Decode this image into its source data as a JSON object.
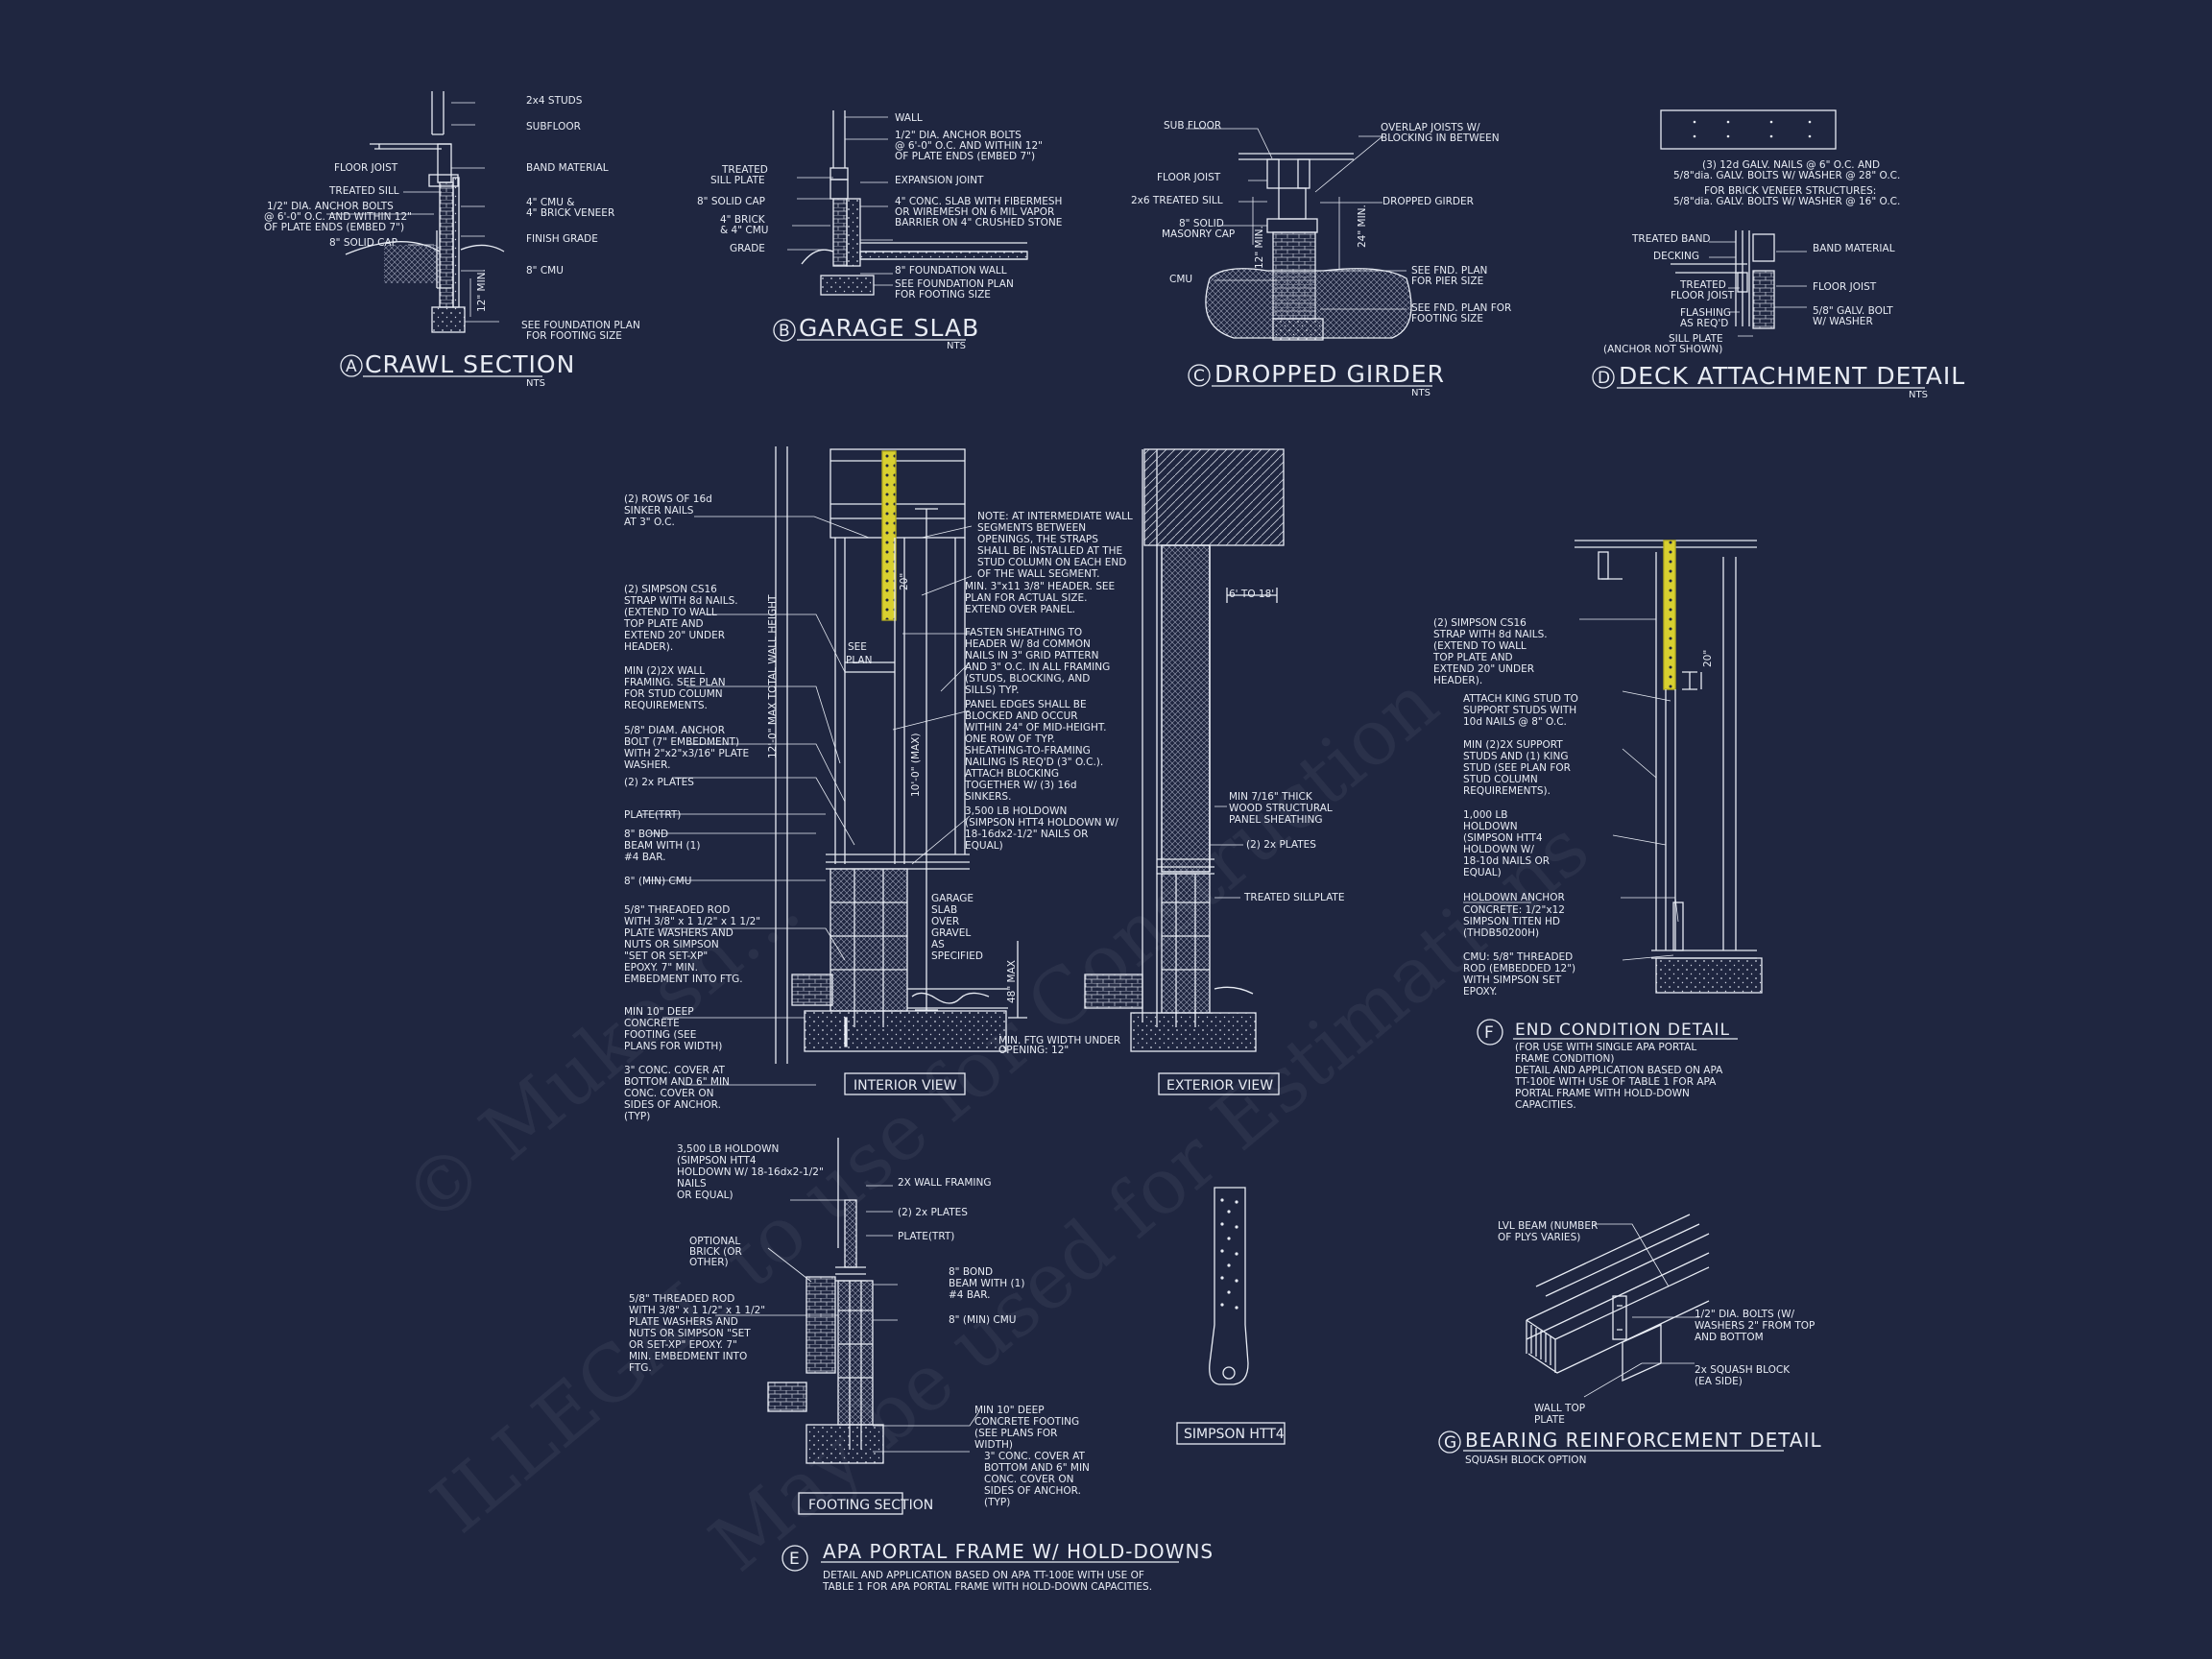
{
  "watermark": {
    "line1": "© Mukesh…",
    "line2": "ILLEGAL to use for Construction",
    "line3": "May be used for Estimations"
  },
  "crawl": {
    "letter": "A",
    "title": "CRAWL SECTION",
    "nts": "NTS",
    "notes": [
      "2x4 STUDS",
      "SUBFLOOR",
      "FLOOR JOIST",
      "BAND MATERIAL",
      "TREATED SILL",
      "1/2\" DIA. ANCHOR BOLTS",
      "@ 6'-0\" O.C. AND WITHIN 12\"",
      "OF PLATE ENDS (EMBED 7\")",
      "4\" CMU &",
      "4\" BRICK VENEER",
      "FINISH GRADE",
      "8\" SOLID CAP",
      "8\" CMU",
      "12\" MIN.",
      "SEE FOUNDATION PLAN",
      "FOR FOOTING SIZE"
    ]
  },
  "garage": {
    "letter": "B",
    "title": "GARAGE SLAB",
    "nts": "NTS",
    "notes": [
      "WALL",
      "1/2\" DIA. ANCHOR BOLTS",
      "@ 6'-0\" O.C. AND WITHIN 12\"",
      "OF PLATE ENDS (EMBED 7\")",
      "TREATED",
      "SILL PLATE",
      "EXPANSION JOINT",
      "8\" SOLID CAP",
      "4\" CONC. SLAB WITH FIBERMESH",
      "OR WIREMESH ON 6 MIL VAPOR",
      "BARRIER ON 4\" CRUSHED STONE",
      "4\" BRICK",
      "& 4\" CMU",
      "GRADE",
      "8\" FOUNDATION WALL",
      "SEE FOUNDATION PLAN",
      "FOR FOOTING SIZE"
    ]
  },
  "girder": {
    "letter": "C",
    "title": "DROPPED GIRDER",
    "nts": "NTS",
    "notes": [
      "SUB FLOOR",
      "OVERLAP JOISTS W/",
      "BLOCKING IN BETWEEN",
      "FLOOR JOIST",
      "2x6 TREATED SILL",
      "DROPPED GIRDER",
      "8\" SOLID",
      "MASONRY CAP",
      "CMU",
      "SEE FND. PLAN",
      "FOR PIER SIZE",
      "SEE FND. PLAN FOR",
      "FOOTING SIZE",
      "12\" MIN.",
      "24\" MIN."
    ]
  },
  "deck": {
    "letter": "D",
    "title": "DECK ATTACHMENT DETAIL",
    "nts": "NTS",
    "notes": [
      "(3) 12d GALV. NAILS @ 6\" O.C. AND",
      "5/8\"dia. GALV. BOLTS W/ WASHER @ 28\" O.C.",
      "FOR BRICK VENEER STRUCTURES:",
      "5/8\"dia. GALV. BOLTS W/ WASHER @ 16\" O.C.",
      "TREATED BAND",
      "DECKING",
      "BAND MATERIAL",
      "TREATED",
      "FLOOR JOIST",
      "FLOOR JOIST",
      "FLASHING",
      "AS REQ'D",
      "5/8\" GALV. BOLT",
      "W/ WASHER",
      "SILL PLATE",
      "(ANCHOR NOT SHOWN)"
    ]
  },
  "portal": {
    "left_notes": [
      "(2) ROWS OF 16d",
      "SINKER NAILS",
      "AT 3\" O.C.",
      "(2) SIMPSON CS16",
      "STRAP WITH 8d NAILS.",
      "(EXTEND TO WALL",
      "TOP PLATE AND",
      "EXTEND 20\" UNDER",
      "HEADER).",
      "MIN (2)2X WALL",
      "FRAMING. SEE PLAN",
      "FOR STUD COLUMN",
      "REQUIREMENTS.",
      "5/8\" DIAM. ANCHOR",
      "BOLT (7\" EMBEDMENT)",
      "WITH 2\"x2\"x3/16\" PLATE",
      "WASHER.",
      "(2) 2x PLATES",
      "PLATE(TRT)",
      "8\" BOND",
      "BEAM WITH (1)",
      "#4 BAR.",
      "8\" (MIN) CMU",
      "5/8\" THREADED ROD",
      "WITH 3/8\" x 1 1/2\" x 1 1/2\"",
      "PLATE WASHERS AND",
      "NUTS OR SIMPSON",
      "\"SET OR SET-XP\"",
      "EPOXY. 7\" MIN.",
      "EMBEDMENT INTO FTG.",
      "MIN 10\" DEEP",
      "CONCRETE",
      "FOOTING (SEE",
      "PLANS FOR WIDTH)",
      "3\" CONC. COVER AT",
      "BOTTOM AND 6\" MIN",
      "CONC. COVER ON",
      "SIDES OF ANCHOR.",
      "(TYP)"
    ],
    "mid_notes": [
      "NOTE: AT INTERMEDIATE WALL",
      "SEGMENTS BETWEEN",
      "OPENINGS, THE STRAPS",
      "SHALL BE INSTALLED AT THE",
      "STUD COLUMN ON EACH END",
      "OF THE WALL SEGMENT.",
      "MIN. 3\"x11 3/8\" HEADER. SEE",
      "PLAN FOR ACTUAL SIZE.",
      "EXTEND OVER PANEL.",
      "FASTEN SHEATHING TO",
      "HEADER W/ 8d COMMON",
      "NAILS IN 3\" GRID PATTERN",
      "AND 3\" O.C. IN ALL FRAMING",
      "(STUDS, BLOCKING, AND",
      "SILLS) TYP.",
      "PANEL EDGES SHALL BE",
      "BLOCKED AND OCCUR",
      "WITHIN 24\" OF MID-HEIGHT.",
      "ONE ROW OF TYP.",
      "SHEATHING-TO-FRAMING",
      "NAILING IS REQ'D (3\" O.C.).",
      "ATTACH BLOCKING",
      "TOGETHER W/ (3) 16d",
      "SINKERS.",
      "3,500 LB HOLDOWN",
      "(SIMPSON HTT4 HOLDOWN W/",
      "18-16dx2-1/2\" NAILS OR",
      "EQUAL)"
    ],
    "see_plan": [
      "SEE",
      "PLAN"
    ],
    "dims": {
      "total": "12'-0\" MAX TOTAL WALL HEIGHT",
      "max10": "10'-0\" (MAX)",
      "d20": "20\"",
      "d48": "48\" MAX",
      "d6to18": "6' TO 18'"
    },
    "garage_notes": [
      "GARAGE",
      "SLAB",
      "OVER",
      "GRAVEL",
      "AS",
      "SPECIFIED"
    ],
    "ftg_note": [
      "MIN. FTG WIDTH UNDER",
      "OPENING: 12\""
    ],
    "ext_notes": [
      "MIN 7/16\" THICK",
      "WOOD STRUCTURAL",
      "PANEL SHEATHING",
      "(2) 2x PLATES",
      "TREATED SILLPLATE"
    ],
    "interior_label": "INTERIOR VIEW",
    "exterior_label": "EXTERIOR VIEW"
  },
  "footing": {
    "left_notes": [
      "3,500 LB HOLDOWN",
      "(SIMPSON HTT4",
      "HOLDOWN W/ 18-16dx2-1/2\"",
      "NAILS",
      "OR EQUAL)",
      "OPTIONAL",
      "BRICK (OR",
      "OTHER)",
      "5/8\" THREADED ROD",
      "WITH 3/8\" x 1 1/2\" x 1 1/2\"",
      "PLATE WASHERS AND",
      "NUTS OR SIMPSON \"SET",
      "OR SET-XP\" EPOXY. 7\"",
      "MIN. EMBEDMENT INTO",
      "FTG."
    ],
    "right_notes": [
      "2X WALL FRAMING",
      "(2) 2x PLATES",
      "PLATE(TRT)",
      "8\" BOND",
      "BEAM WITH (1)",
      "#4 BAR.",
      "8\" (MIN) CMU",
      "MIN 10\" DEEP",
      "CONCRETE FOOTING",
      "(SEE PLANS FOR",
      "WIDTH)",
      "3\" CONC. COVER AT",
      "BOTTOM AND 6\" MIN",
      "CONC. COVER ON",
      "SIDES OF ANCHOR.",
      "(TYP)"
    ],
    "label": "FOOTING SECTION"
  },
  "portal_title": {
    "letter": "E",
    "title": "APA PORTAL FRAME W/ HOLD-DOWNS",
    "desc1": "DETAIL AND APPLICATION BASED ON APA TT-100E WITH USE OF",
    "desc2": "TABLE 1 FOR APA PORTAL FRAME WITH HOLD-DOWN CAPACITIES."
  },
  "htt4": {
    "label": "SIMPSON HTT4"
  },
  "endcond": {
    "notes": [
      "(2) SIMPSON CS16",
      "STRAP WITH 8d NAILS.",
      "(EXTEND TO WALL",
      "TOP PLATE AND",
      "EXTEND 20\" UNDER",
      "HEADER).",
      "ATTACH KING STUD TO",
      "SUPPORT STUDS WITH",
      "10d NAILS @ 8\" O.C.",
      "MIN (2)2X SUPPORT",
      "STUDS AND (1) KING",
      "STUD (SEE PLAN FOR",
      "STUD COLUMN",
      "REQUIREMENTS).",
      "1,000 LB",
      "HOLDOWN",
      "(SIMPSON HTT4",
      "HOLDOWN W/",
      "18-10d NAILS OR",
      "EQUAL)",
      "HOLDOWN ANCHOR",
      "CONCRETE: 1/2\"x12",
      "SIMPSON TITEN HD",
      "(THDB50200H)",
      "CMU: 5/8\" THREADED",
      "ROD (EMBEDDED 12\")",
      "WITH SIMPSON SET",
      "EPOXY."
    ],
    "d20": "20\"",
    "letter": "F",
    "title": "END CONDITION DETAIL",
    "desc": [
      "(FOR USE WITH SINGLE APA PORTAL",
      "FRAME CONDITION)",
      "DETAIL AND APPLICATION BASED ON APA",
      "TT-100E WITH USE OF TABLE 1 FOR APA",
      "PORTAL FRAME WITH HOLD-DOWN",
      "CAPACITIES."
    ]
  },
  "bearing": {
    "notes": [
      "LVL BEAM (NUMBER",
      "OF PLYS VARIES)",
      "1/2\" DIA. BOLTS (W/",
      "WASHERS 2\" FROM TOP",
      "AND BOTTOM",
      "2x SQUASH BLOCK",
      "(EA SIDE)",
      "WALL TOP",
      "PLATE"
    ],
    "letter": "G",
    "title": "BEARING REINFORCEMENT DETAIL",
    "sub": "SQUASH BLOCK OPTION"
  },
  "colors": {
    "background": "#1f2640",
    "ink": "#e8ecf4",
    "strap": "#d8d030"
  }
}
